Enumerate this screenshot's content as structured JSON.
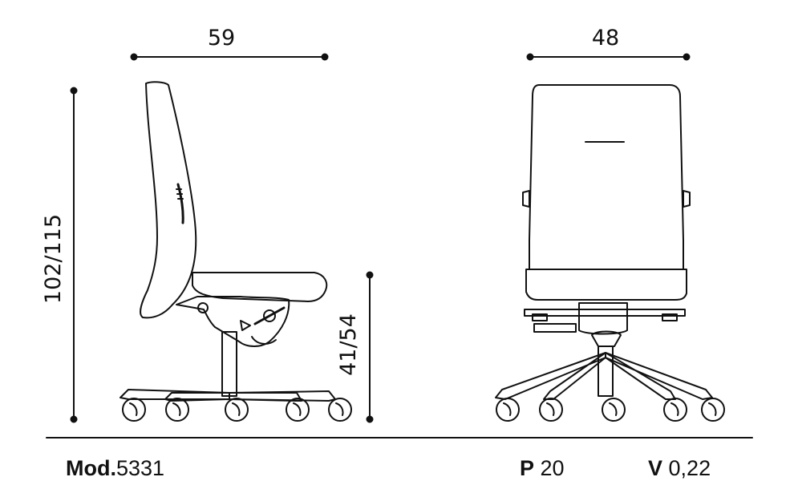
{
  "dimensions": {
    "width_side": "59",
    "width_front": "48",
    "height_total": "102/115",
    "height_seat": "41/54"
  },
  "footer": {
    "model_label": "Mod.",
    "model_value": "5331",
    "p_label": "P",
    "p_value": "20",
    "v_label": "V",
    "v_value": "0,22"
  }
}
